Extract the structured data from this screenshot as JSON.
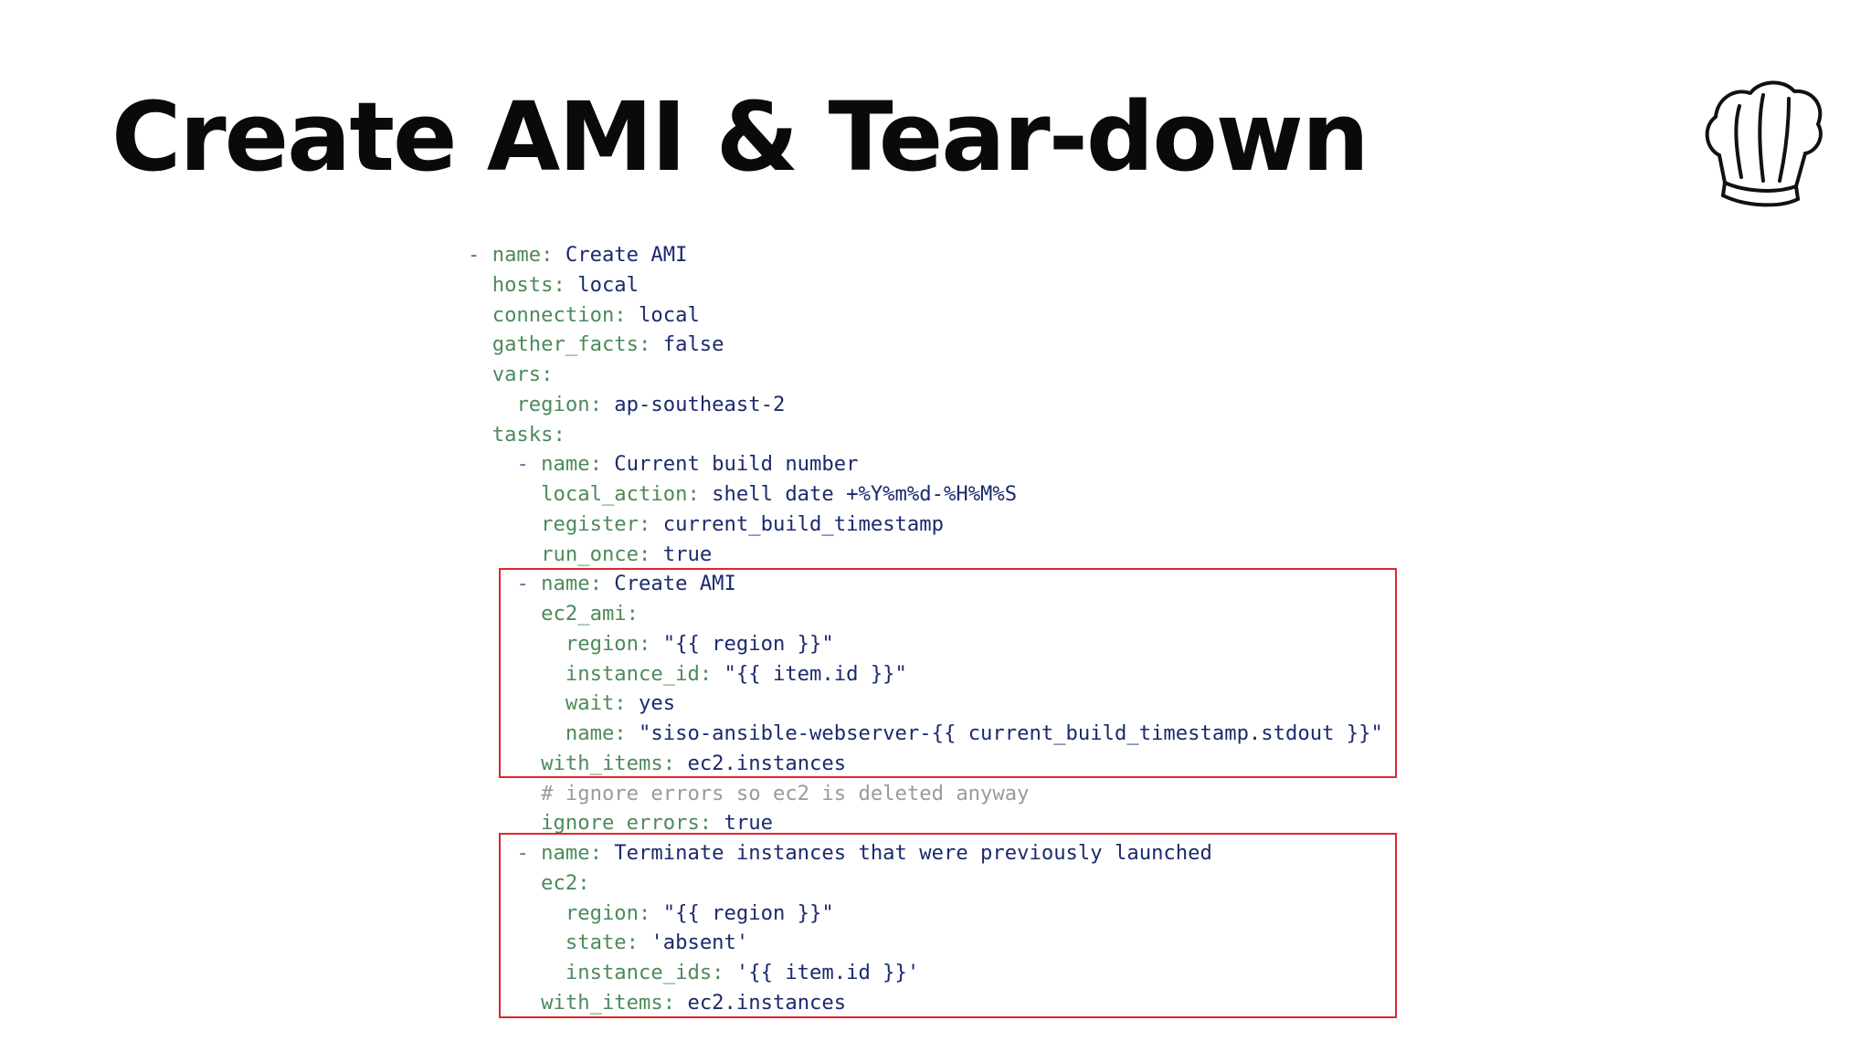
{
  "slide": {
    "title": "Create AMI & Tear-down"
  },
  "icons": {
    "corner_icon": "chef-hat-icon"
  },
  "colors": {
    "title": "#0a0a0a",
    "code_key": "#4c8a5a",
    "code_value": "#1a2a6c",
    "code_comment": "#9a9a9a",
    "highlight_border": "#e0262e"
  },
  "code": {
    "lines": [
      {
        "indent": "",
        "dash": "- ",
        "key": "name:",
        "value": " Create AMI"
      },
      {
        "indent": "  ",
        "dash": "",
        "key": "hosts:",
        "value": " local"
      },
      {
        "indent": "  ",
        "dash": "",
        "key": "connection:",
        "value": " local"
      },
      {
        "indent": "  ",
        "dash": "",
        "key": "gather_facts:",
        "value": " false"
      },
      {
        "indent": "  ",
        "dash": "",
        "key": "vars:",
        "value": ""
      },
      {
        "indent": "    ",
        "dash": "",
        "key": "region:",
        "value": " ap-southeast-2"
      },
      {
        "indent": "  ",
        "dash": "",
        "key": "tasks:",
        "value": ""
      },
      {
        "indent": "    ",
        "dash": "- ",
        "key": "name:",
        "value": " Current build number"
      },
      {
        "indent": "      ",
        "dash": "",
        "key": "local_action:",
        "value": " shell date +%Y%m%d-%H%M%S"
      },
      {
        "indent": "      ",
        "dash": "",
        "key": "register:",
        "value": " current_build_timestamp"
      },
      {
        "indent": "      ",
        "dash": "",
        "key": "run_once:",
        "value": " true"
      },
      {
        "indent": "    ",
        "dash": "- ",
        "key": "name:",
        "value": " Create AMI"
      },
      {
        "indent": "      ",
        "dash": "",
        "key": "ec2_ami:",
        "value": ""
      },
      {
        "indent": "        ",
        "dash": "",
        "key": "region:",
        "value": " \"{{ region }}\""
      },
      {
        "indent": "        ",
        "dash": "",
        "key": "instance_id:",
        "value": " \"{{ item.id }}\""
      },
      {
        "indent": "        ",
        "dash": "",
        "key": "wait:",
        "value": " yes"
      },
      {
        "indent": "        ",
        "dash": "",
        "key": "name:",
        "value": " \"siso-ansible-webserver-{{ current_build_timestamp.stdout }}\""
      },
      {
        "indent": "      ",
        "dash": "",
        "key": "with_items:",
        "value": " ec2.instances"
      },
      {
        "indent": "      ",
        "dash": "",
        "comment": "# ignore errors so ec2 is deleted anyway"
      },
      {
        "indent": "      ",
        "dash": "",
        "key": "ignore_errors:",
        "value": " true"
      },
      {
        "indent": "    ",
        "dash": "- ",
        "key": "name:",
        "value": " Terminate instances that were previously launched"
      },
      {
        "indent": "      ",
        "dash": "",
        "key": "ec2:",
        "value": ""
      },
      {
        "indent": "        ",
        "dash": "",
        "key": "region:",
        "value": " \"{{ region }}\""
      },
      {
        "indent": "        ",
        "dash": "",
        "key": "state:",
        "value": " 'absent'"
      },
      {
        "indent": "        ",
        "dash": "",
        "key": "instance_ids:",
        "value": " '{{ item.id }}'"
      },
      {
        "indent": "      ",
        "dash": "",
        "key": "with_items:",
        "value": " ec2.instances"
      }
    ]
  }
}
